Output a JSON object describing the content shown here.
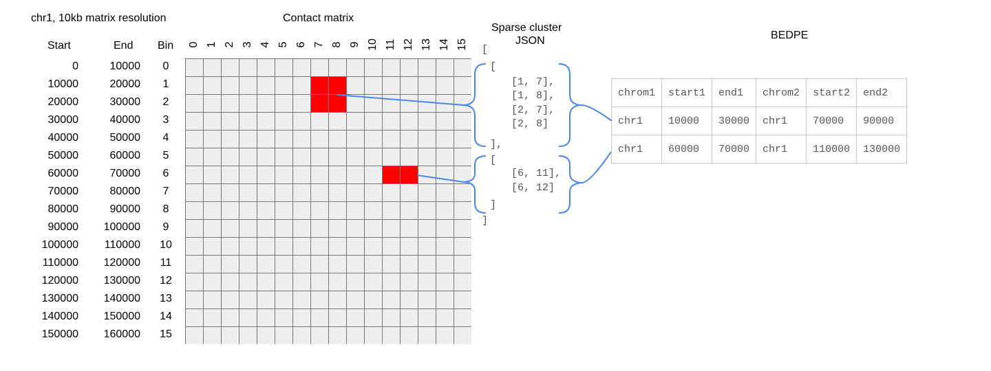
{
  "headings": {
    "resolution": "chr1, 10kb matrix resolution",
    "contact_matrix": "Contact matrix",
    "sparse_json_line1": "Sparse cluster",
    "sparse_json_line2": "JSON",
    "bedpe": "BEDPE"
  },
  "bin_table": {
    "columns": [
      "Start",
      "End",
      "Bin"
    ],
    "rows": [
      [
        "0",
        "10000",
        "0"
      ],
      [
        "10000",
        "20000",
        "1"
      ],
      [
        "20000",
        "30000",
        "2"
      ],
      [
        "30000",
        "40000",
        "3"
      ],
      [
        "40000",
        "50000",
        "4"
      ],
      [
        "50000",
        "60000",
        "5"
      ],
      [
        "60000",
        "70000",
        "6"
      ],
      [
        "70000",
        "80000",
        "7"
      ],
      [
        "80000",
        "90000",
        "8"
      ],
      [
        "90000",
        "100000",
        "9"
      ],
      [
        "100000",
        "110000",
        "10"
      ],
      [
        "110000",
        "120000",
        "11"
      ],
      [
        "120000",
        "130000",
        "12"
      ],
      [
        "130000",
        "140000",
        "13"
      ],
      [
        "140000",
        "150000",
        "14"
      ],
      [
        "150000",
        "160000",
        "15"
      ]
    ]
  },
  "matrix": {
    "size": 16,
    "column_labels": [
      "0",
      "1",
      "2",
      "3",
      "4",
      "5",
      "6",
      "7",
      "8",
      "9",
      "10",
      "11",
      "12",
      "13",
      "14",
      "15"
    ],
    "highlighted_cells": [
      [
        1,
        7
      ],
      [
        1,
        8
      ],
      [
        2,
        7
      ],
      [
        2,
        8
      ],
      [
        6,
        11
      ],
      [
        6,
        12
      ]
    ],
    "cell_color": "#eeeeee",
    "grid_color": "#777777",
    "highlight_color": "#ff0000"
  },
  "sparse_json": {
    "lines": [
      "[",
      "[",
      "[1, 7],",
      "[1, 8],",
      "[2, 7],",
      "[2, 8]",
      "],",
      "[",
      "[6, 11],",
      "[6, 12]",
      "]",
      "]"
    ]
  },
  "bedpe": {
    "header": [
      "chrom1",
      "start1",
      "end1",
      "chrom2",
      "start2",
      "end2"
    ],
    "rows": [
      [
        "chr1",
        "10000",
        "30000",
        "chr1",
        "70000",
        "90000"
      ],
      [
        "chr1",
        "60000",
        "70000",
        "chr1",
        "110000",
        "130000"
      ]
    ]
  },
  "connector_color": "#4a86e8"
}
